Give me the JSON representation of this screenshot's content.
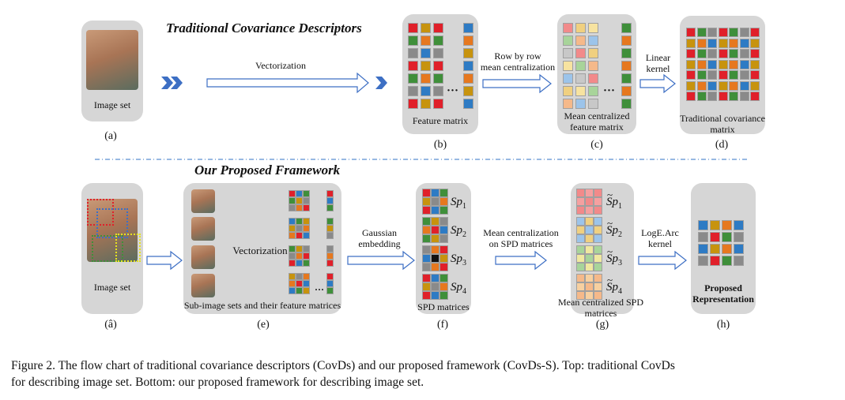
{
  "top": {
    "title": "Traditional Covariance Descriptors",
    "image_set": "Image set",
    "vectorization": "Vectorization",
    "feature_matrix": "Feature matrix",
    "row_by_row": "Row by row",
    "mean_centralization": "mean centralization",
    "mean_centralized": "Mean centralized",
    "feature_matrix2": "feature matrix",
    "linear": "Linear",
    "kernel": "kernel",
    "trad_cov": "Traditional covariance",
    "matrix": "matrix",
    "labels": [
      "(a)",
      "(b)",
      "(c)",
      "(d)"
    ]
  },
  "bottom": {
    "title": "Our Proposed Framework",
    "image_set": "Image set",
    "vectorization": "Vectorization",
    "sub_image_sets": "Sub-image sets and their feature matrices",
    "gaussian": "Gaussian",
    "embedding": "embedding",
    "spd_matrices": "SPD matrices",
    "mean_centralization_a": "Mean centralization",
    "mean_centralization_b": "on SPD matrices",
    "mc_spd_a": "Mean centralized SPD",
    "mc_spd_b": "matrices",
    "loge_a": "LogE.Arc",
    "loge_b": "kernel",
    "proposed_a": "Proposed",
    "proposed_b": "Representation",
    "sp": [
      "Sp",
      "Sp",
      "Sp",
      "Sp"
    ],
    "sp_idx": [
      "1",
      "2",
      "3",
      "4"
    ],
    "labels": [
      "(â)",
      "(e)",
      "(f)",
      "(g)",
      "(h)"
    ]
  },
  "caption": {
    "line1": "Figure 2.   The flow chart of traditional covariance descriptors (CovDs) and our proposed framework (CovDs-S). Top: traditional CovDs",
    "line2": "for describing image set. Bottom: our proposed framework for describing image set."
  },
  "colors": {
    "red": "#e0202a",
    "blue": "#2e7bc4",
    "green": "#3f8f3a",
    "gold": "#c7930e",
    "gray": "#8a8a8a",
    "orange": "#e6781f",
    "panel": "#d6d6d6",
    "arrow_blue": "#3d6fc4",
    "divider": "#5a8fd0"
  },
  "icons": {
    "chevrons": "double-chevron-icon",
    "dots": "ellipsis"
  }
}
